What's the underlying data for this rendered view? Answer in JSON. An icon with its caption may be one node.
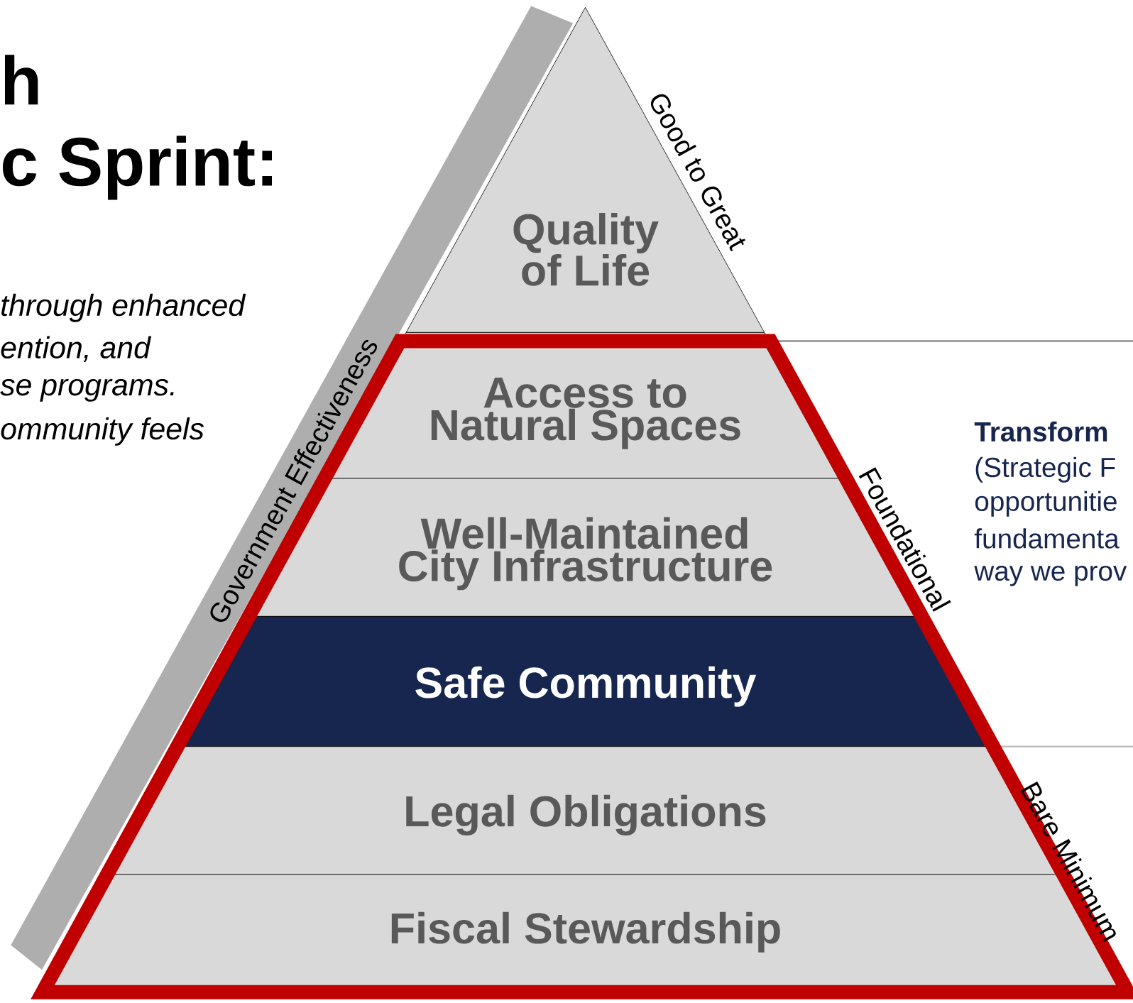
{
  "diagram": {
    "nodes": [
      {
        "text": [
          "Quality of Life"
        ]
      },
      {
        "text": [
          "Access to Natural Spaces"
        ]
      },
      {
        "text": [
          "Well-Maintained City Infrastructure"
        ]
      },
      {
        "text": [
          "Safe Community"
        ]
      },
      {
        "text": [
          "Legal Obligations"
        ]
      },
      {
        "text": [
          "Fiscal Stewardship"
        ]
      },
      {
        "text": [
          "Government Effectiveness"
        ]
      }
    ],
    "edges": [],
    "labels": [
      "h",
      "c Sprint:",
      "through enhanced",
      "ention, and",
      "se programs.",
      "ommunity feels",
      "Good to Great",
      "Foundational",
      "Bare Minimum",
      "Transform",
      "(Strategic F",
      "opportunitie",
      "fundamenta",
      "way we prov"
    ]
  }
}
